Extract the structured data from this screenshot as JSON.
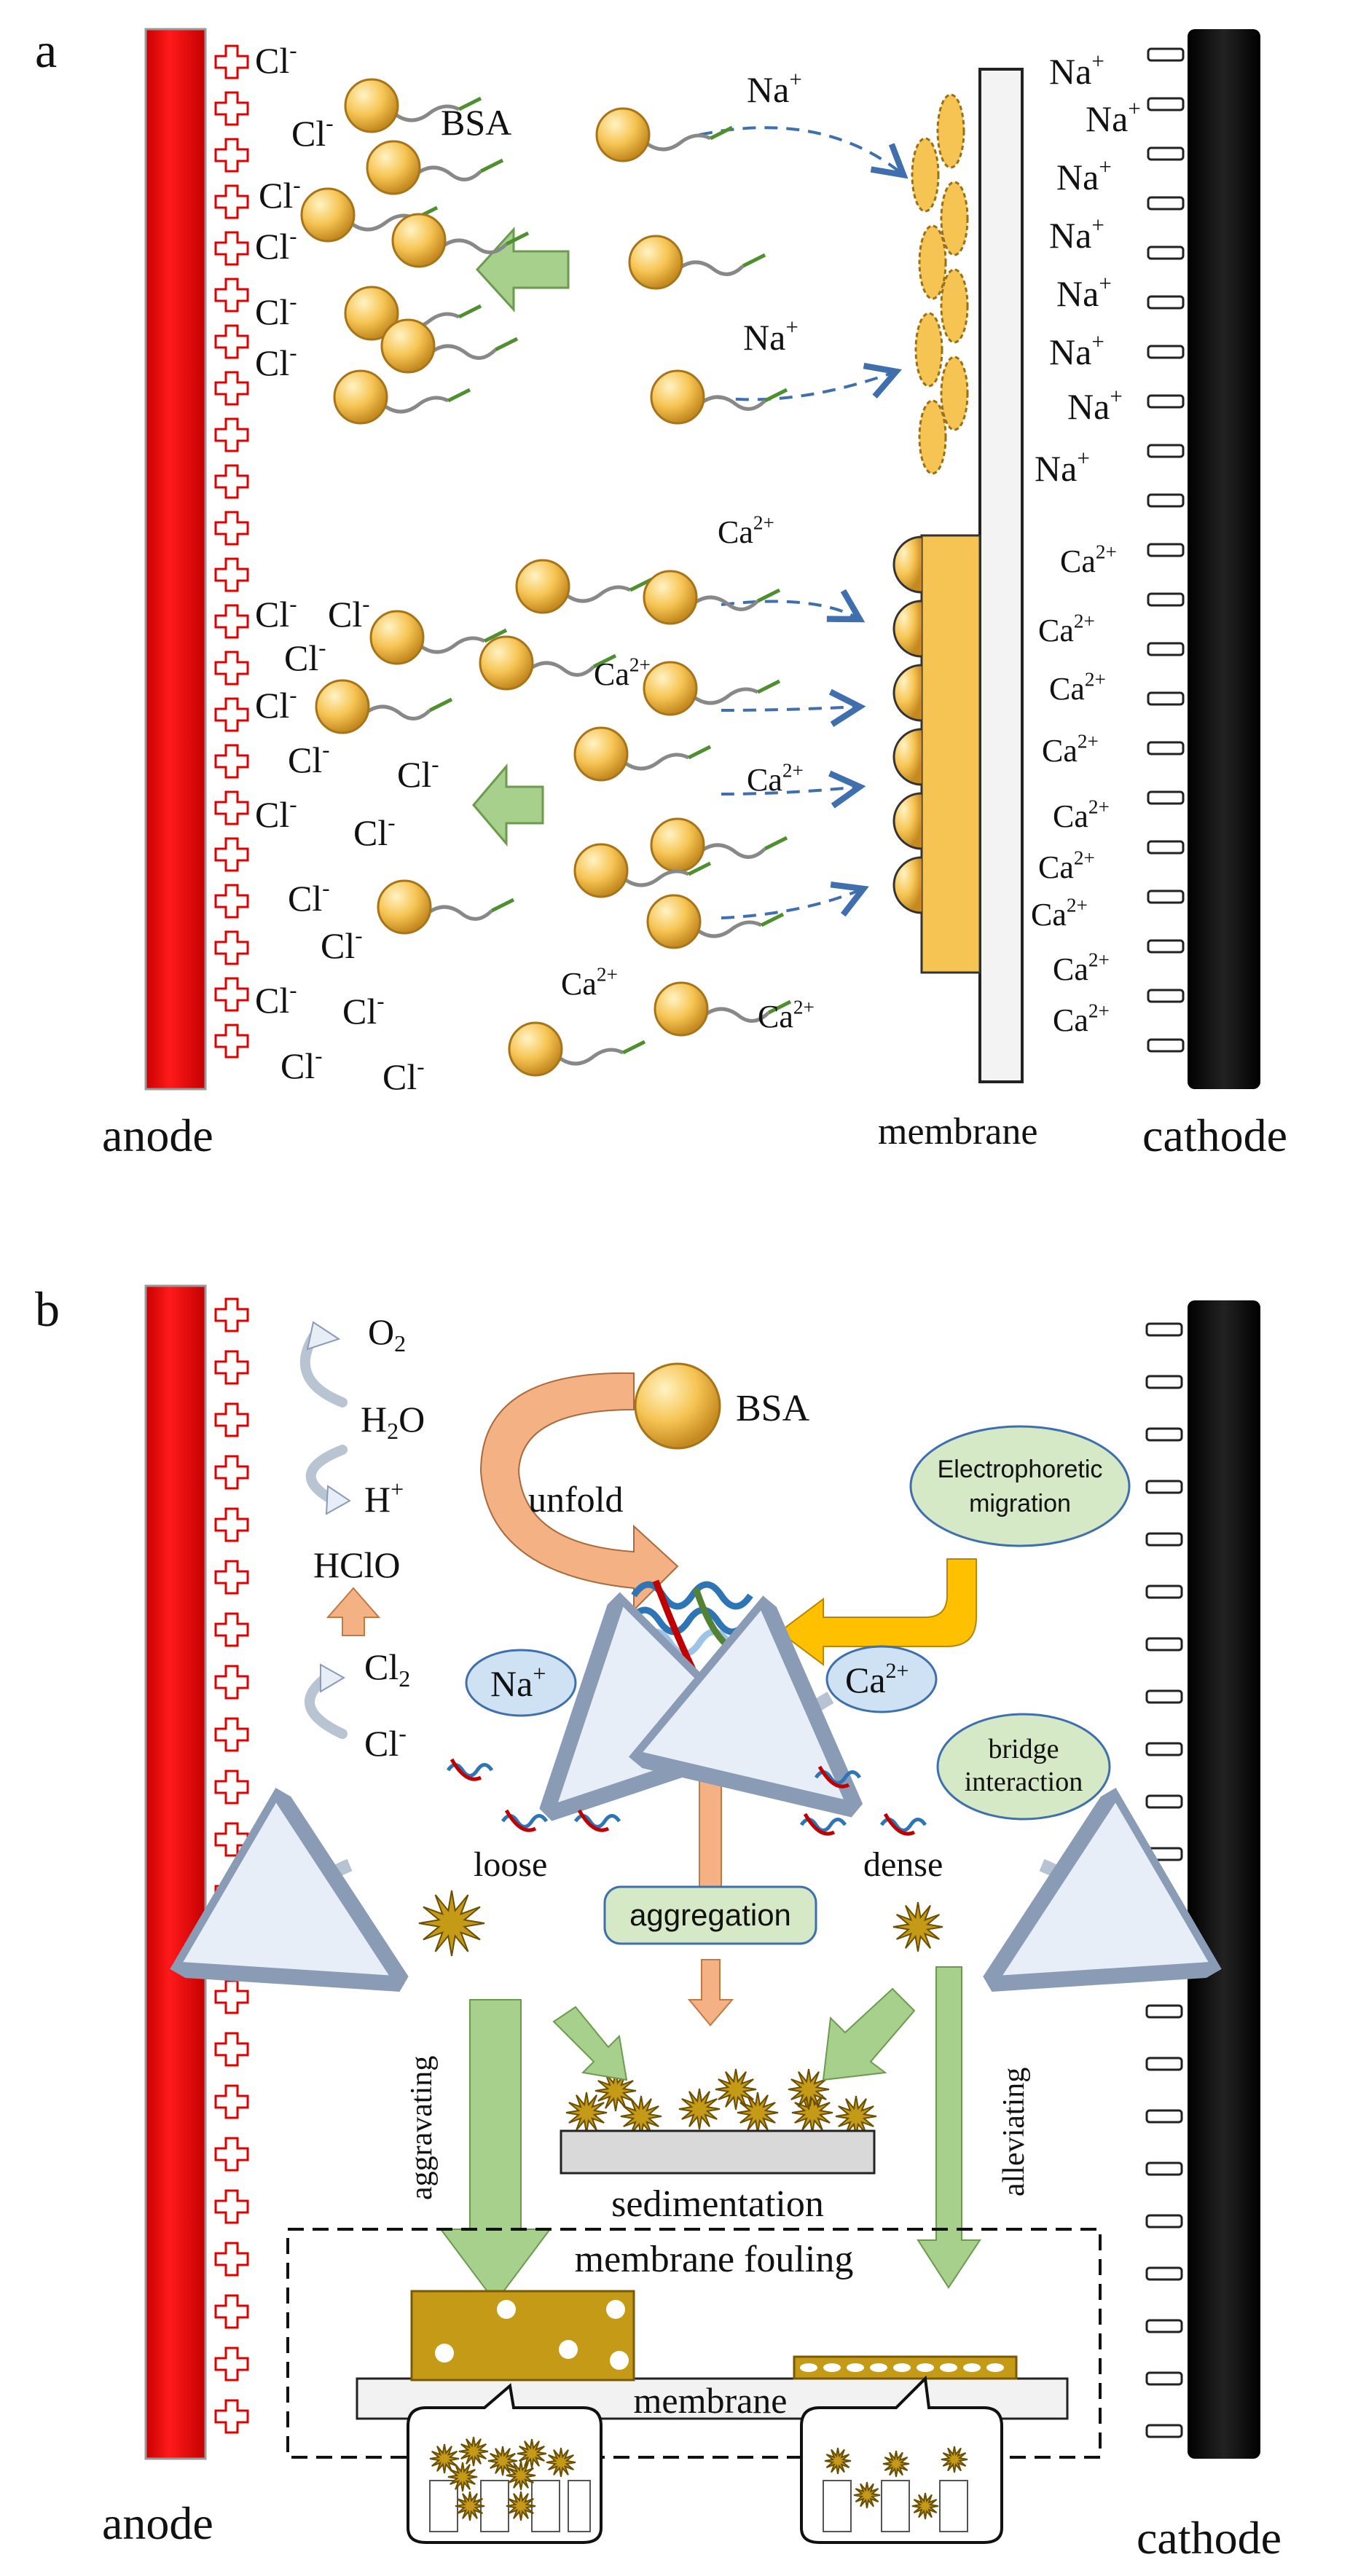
{
  "panels": {
    "a": {
      "letter": "a",
      "anode_label": "anode",
      "cathode_label": "cathode",
      "membrane_label": "membrane",
      "bsa_label": "BSA",
      "cl": "Cl",
      "na": "Na",
      "ca": "Ca",
      "minus": "-",
      "plus": "+",
      "two_plus": "2+"
    },
    "b": {
      "letter": "b",
      "anode_label": "anode",
      "cathode_label": "cathode",
      "o2": "O",
      "o2_sub": "2",
      "h2o_h": "H",
      "h2o_sub": "2",
      "h2o_o": "O",
      "hplus": "H",
      "hplus_sup": "+",
      "hclo": "HClO",
      "cl2": "Cl",
      "cl2_sub": "2",
      "clminus": "Cl",
      "clminus_sup": "-",
      "bsa": "BSA",
      "unfold": "unfold",
      "electrophoretic_1": "Electrophoretic",
      "electrophoretic_2": "migration",
      "na": "Na",
      "na_sup": "+",
      "ca": "Ca",
      "ca_sup": "2+",
      "bridge_1": "bridge",
      "bridge_2": "interaction",
      "loose": "loose",
      "dense": "dense",
      "aggregation": "aggregation",
      "aggravating": "aggravating",
      "alleviating": "alleviating",
      "sedimentation": "sedimentation",
      "membrane_fouling": "membrane fouling",
      "membrane": "membrane"
    }
  },
  "colors": {
    "anode_red": "#ff0000",
    "cathode_black": "#0a0a0a",
    "bsa_gold": "#f6c453",
    "arrow_green": "#a8d08d",
    "ellipse_green": "#d6e9c6",
    "ellipse_blue": "#cfe2f3",
    "dashed_blue": "#3f6fad",
    "foulant": "#c59a16",
    "membrane_grey": "#eeeeee"
  }
}
